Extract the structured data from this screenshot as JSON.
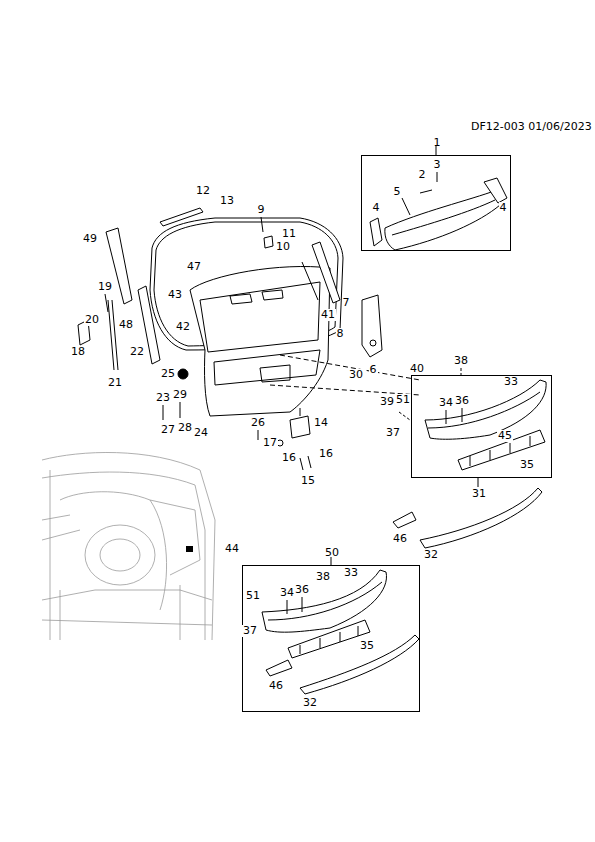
{
  "diagram": {
    "nodes": [
      {
        "text": [
          "1"
        ]
      },
      {
        "text": [
          "31"
        ]
      },
      {
        "text": [
          "50"
        ]
      }
    ],
    "labels": [
      "DF12-003 01/06/2023",
      "2",
      "3",
      "5",
      "4",
      "4",
      "12",
      "13",
      "9",
      "11",
      "10",
      "49",
      "47",
      "7",
      "43",
      "41",
      "19",
      "20",
      "48",
      "42",
      "8",
      "18",
      "22",
      "6",
      "21",
      "25",
      "30",
      "38",
      "40",
      "33",
      "39",
      "51",
      "34",
      "36",
      "37",
      "45",
      "35",
      "23",
      "29",
      "27",
      "28",
      "24",
      "26",
      "14",
      "17",
      "16",
      "16",
      "15",
      "44",
      "46",
      "32",
      "38",
      "33",
      "51",
      "34",
      "36",
      "37",
      "35",
      "46",
      "32"
    ]
  }
}
